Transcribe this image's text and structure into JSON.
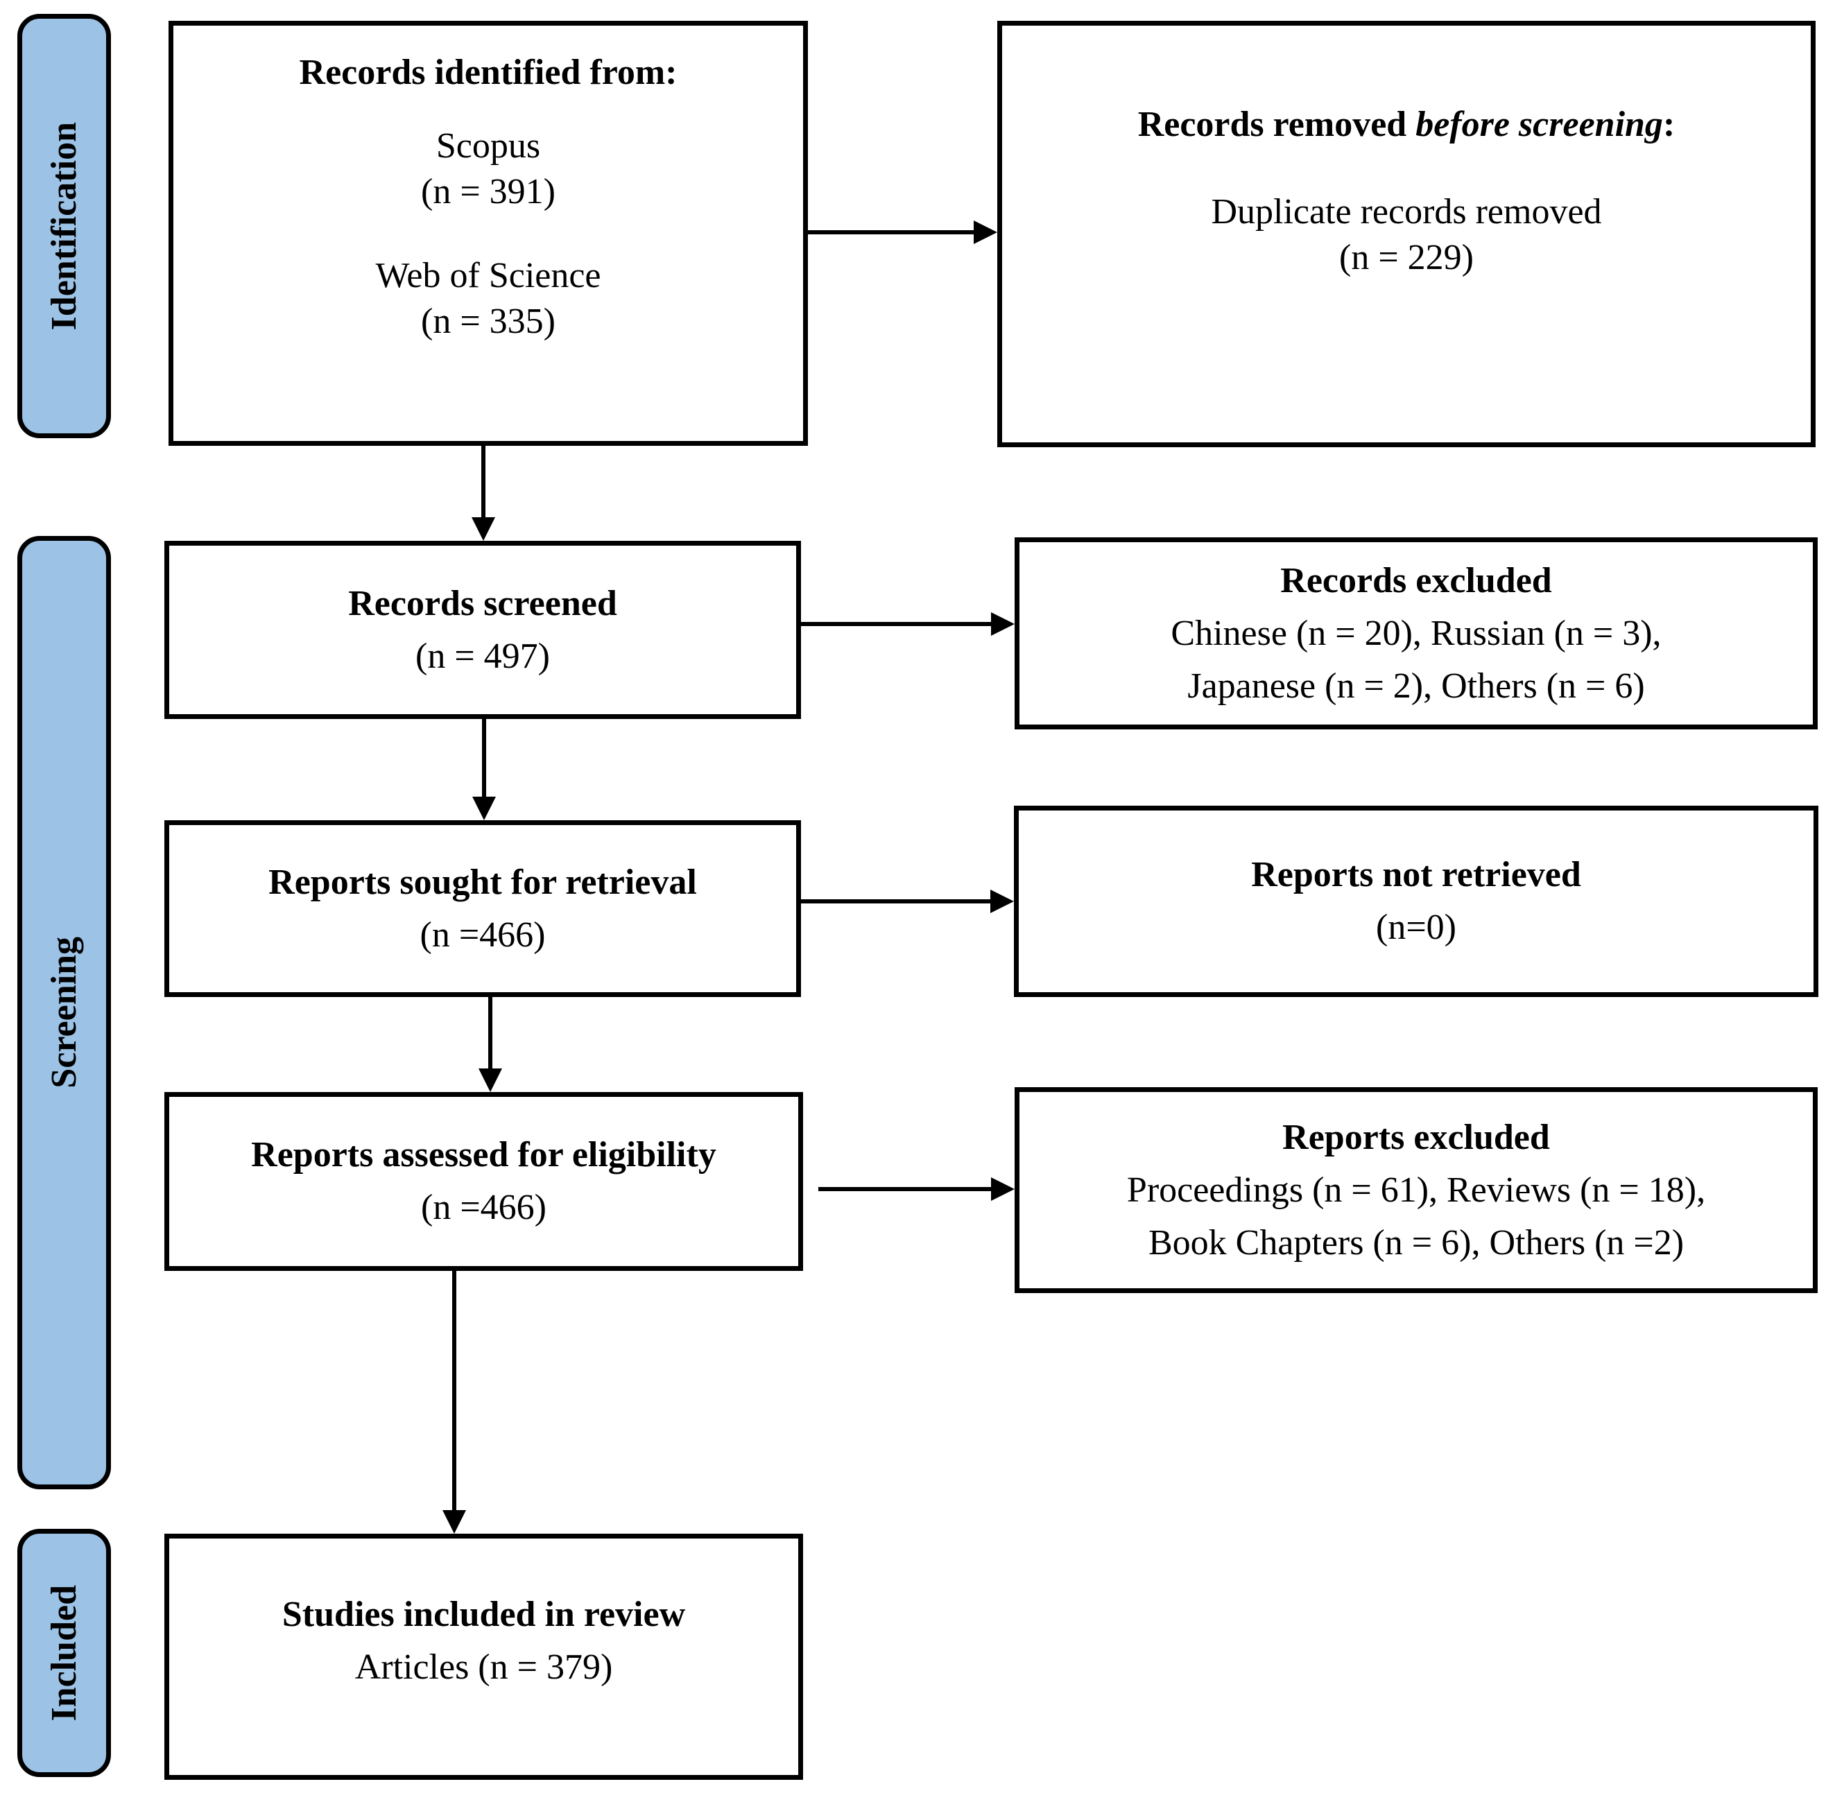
{
  "stage_labels": {
    "identification": "Identification",
    "screening": "Screening",
    "included": "Included"
  },
  "colors": {
    "stage_fill": "#9CC3E6",
    "border": "#000000",
    "background": "#FFFFFF"
  },
  "boxes": {
    "records_identified": {
      "title": "Records identified from:",
      "source1_name": "Scopus",
      "source1_n": "(n = 391)",
      "source2_name": "Web of Science",
      "source2_n": "(n = 335)"
    },
    "records_removed": {
      "title_prefix": "Records removed ",
      "title_italic": "before screening",
      "title_suffix": ":",
      "line1": "Duplicate records removed",
      "line2": "(n = 229)"
    },
    "records_screened": {
      "title": "Records screened",
      "n": "(n = 497)"
    },
    "records_excluded": {
      "title": "Records excluded",
      "line1": "Chinese (n = 20), Russian (n = 3),",
      "line2": "Japanese (n = 2), Others (n = 6)"
    },
    "reports_sought": {
      "title": "Reports sought for retrieval",
      "n": "(n =466)"
    },
    "reports_not_retrieved": {
      "title": "Reports not retrieved",
      "n": "(n=0)"
    },
    "reports_assessed": {
      "title": "Reports assessed for eligibility",
      "n": "(n =466)"
    },
    "reports_excluded": {
      "title": "Reports excluded",
      "line1": "Proceedings (n = 61), Reviews (n = 18),",
      "line2": "Book Chapters (n = 6), Others (n =2)"
    },
    "studies_included": {
      "title": "Studies included in review",
      "line1": "Articles (n = 379)"
    }
  }
}
